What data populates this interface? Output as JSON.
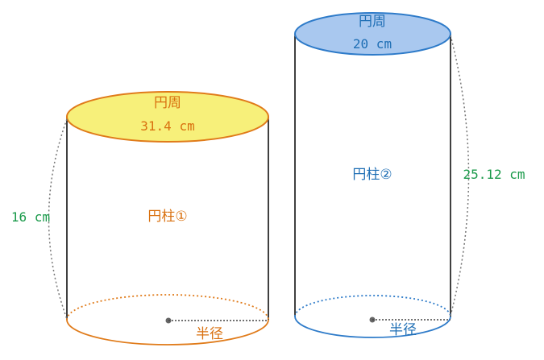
{
  "cylinder1": {
    "name": "円柱①",
    "top_label": "円周",
    "circumference": "31.4 cm",
    "height": "16 cm",
    "radius_label": "半径",
    "top_fill": "#f7f07a",
    "outline_color": "#e07b1a",
    "text_color": "#d9700f"
  },
  "cylinder2": {
    "name": "円柱②",
    "top_label": "円周",
    "circumference": "20 cm",
    "height": "25.12 cm",
    "radius_label": "半径",
    "top_fill": "#a9c8ef",
    "outline_color": "#2e7bc9",
    "text_color": "#1f6fb5"
  },
  "dimension_color": "#1a9a4a"
}
